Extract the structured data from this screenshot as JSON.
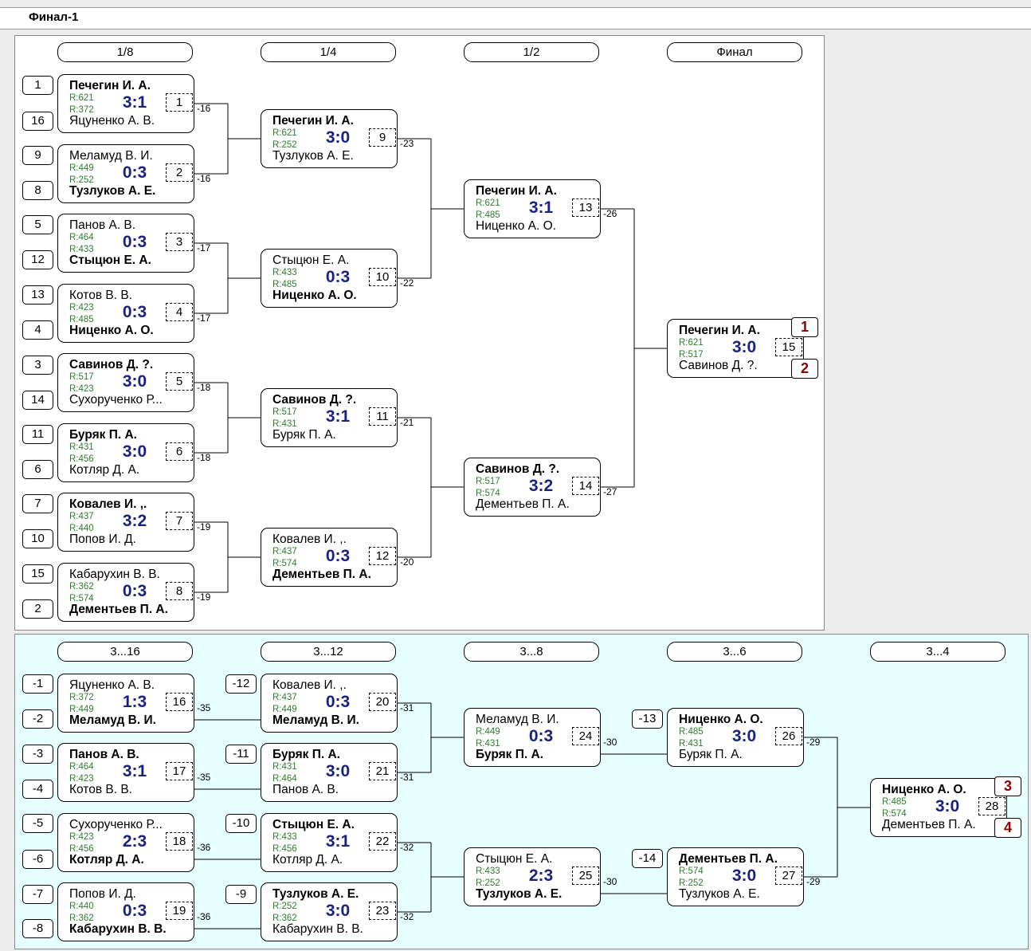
{
  "title": "Финал-1",
  "main_rounds": [
    "1/8",
    "1/4",
    "1/2",
    "Финал"
  ],
  "consol_rounds": [
    "3...16",
    "3...12",
    "3...8",
    "3...6",
    "3...4"
  ],
  "main_seeds": [
    "1",
    "16",
    "9",
    "8",
    "5",
    "12",
    "13",
    "4",
    "3",
    "14",
    "11",
    "6",
    "7",
    "10",
    "15",
    "2"
  ],
  "consol_seeds": [
    "-1",
    "-2",
    "-3",
    "-4",
    "-5",
    "-6",
    "-7",
    "-8"
  ],
  "consol_seeds_r2": [
    "-12",
    "-11",
    "-10",
    "-9"
  ],
  "consol_seeds_r4": [
    "-13",
    "-14"
  ],
  "matches": {
    "m1": {
      "p1": "Печегин И. А.",
      "p2": "Яцуненко А. В.",
      "r1": "R:621",
      "r2": "R:372",
      "score": "3:1",
      "num": "1",
      "loser": "-16",
      "winner": 1
    },
    "m2": {
      "p1": "Меламуд В. И.",
      "p2": "Тузлуков А. Е.",
      "r1": "R:449",
      "r2": "R:252",
      "score": "0:3",
      "num": "2",
      "loser": "-16",
      "winner": 2
    },
    "m3": {
      "p1": "Панов А. В.",
      "p2": "Стыцюн Е. А.",
      "r1": "R:464",
      "r2": "R:433",
      "score": "0:3",
      "num": "3",
      "loser": "-17",
      "winner": 2
    },
    "m4": {
      "p1": "Котов В. В.",
      "p2": "Ниценко А. О.",
      "r1": "R:423",
      "r2": "R:485",
      "score": "0:3",
      "num": "4",
      "loser": "-17",
      "winner": 2
    },
    "m5": {
      "p1": "Савинов Д. ?.",
      "p2": "Сухорученко Р...",
      "r1": "R:517",
      "r2": "R:423",
      "score": "3:0",
      "num": "5",
      "loser": "-18",
      "winner": 1
    },
    "m6": {
      "p1": "Буряк П. А.",
      "p2": "Котляр Д. А.",
      "r1": "R:431",
      "r2": "R:456",
      "score": "3:0",
      "num": "6",
      "loser": "-18",
      "winner": 1
    },
    "m7": {
      "p1": "Ковалев И. ,.",
      "p2": "Попов И. Д.",
      "r1": "R:437",
      "r2": "R:440",
      "score": "3:2",
      "num": "7",
      "loser": "-19",
      "winner": 1
    },
    "m8": {
      "p1": "Кабарухин В. В.",
      "p2": "Дементьев П. А.",
      "r1": "R:362",
      "r2": "R:574",
      "score": "0:3",
      "num": "8",
      "loser": "-19",
      "winner": 2
    },
    "m9": {
      "p1": "Печегин И. А.",
      "p2": "Тузлуков А. Е.",
      "r1": "R:621",
      "r2": "R:252",
      "score": "3:0",
      "num": "9",
      "loser": "-23",
      "winner": 1
    },
    "m10": {
      "p1": "Стыцюн Е. А.",
      "p2": "Ниценко А. О.",
      "r1": "R:433",
      "r2": "R:485",
      "score": "0:3",
      "num": "10",
      "loser": "-22",
      "winner": 2
    },
    "m11": {
      "p1": "Савинов Д. ?.",
      "p2": "Буряк П. А.",
      "r1": "R:517",
      "r2": "R:431",
      "score": "3:1",
      "num": "11",
      "loser": "-21",
      "winner": 1
    },
    "m12": {
      "p1": "Ковалев И. ,.",
      "p2": "Дементьев П. А.",
      "r1": "R:437",
      "r2": "R:574",
      "score": "0:3",
      "num": "12",
      "loser": "-20",
      "winner": 2
    },
    "m13": {
      "p1": "Печегин И. А.",
      "p2": "Ниценко А. О.",
      "r1": "R:621",
      "r2": "R:485",
      "score": "3:1",
      "num": "13",
      "loser": "-26",
      "winner": 1
    },
    "m14": {
      "p1": "Савинов Д. ?.",
      "p2": "Дементьев П. А.",
      "r1": "R:517",
      "r2": "R:574",
      "score": "3:2",
      "num": "14",
      "loser": "-27",
      "winner": 1
    },
    "m15": {
      "p1": "Печегин И. А.",
      "p2": "Савинов Д. ?.",
      "r1": "R:621",
      "r2": "R:517",
      "score": "3:0",
      "num": "15",
      "loser": "",
      "winner": 1
    },
    "m16": {
      "p1": "Яцуненко А. В.",
      "p2": "Меламуд В. И.",
      "r1": "R:372",
      "r2": "R:449",
      "score": "1:3",
      "num": "16",
      "loser": "-35",
      "winner": 2
    },
    "m17": {
      "p1": "Панов А. В.",
      "p2": "Котов В. В.",
      "r1": "R:464",
      "r2": "R:423",
      "score": "3:1",
      "num": "17",
      "loser": "-35",
      "winner": 1
    },
    "m18": {
      "p1": "Сухорученко Р...",
      "p2": "Котляр Д. А.",
      "r1": "R:423",
      "r2": "R:456",
      "score": "2:3",
      "num": "18",
      "loser": "-36",
      "winner": 2
    },
    "m19": {
      "p1": "Попов И. Д.",
      "p2": "Кабарухин В. В.",
      "r1": "R:440",
      "r2": "R:362",
      "score": "0:3",
      "num": "19",
      "loser": "-36",
      "winner": 2
    },
    "m20": {
      "p1": "Ковалев И. ,.",
      "p2": "Меламуд В. И.",
      "r1": "R:437",
      "r2": "R:449",
      "score": "0:3",
      "num": "20",
      "loser": "-31",
      "winner": 2
    },
    "m21": {
      "p1": "Буряк П. А.",
      "p2": "Панов А. В.",
      "r1": "R:431",
      "r2": "R:464",
      "score": "3:0",
      "num": "21",
      "loser": "-31",
      "winner": 1
    },
    "m22": {
      "p1": "Стыцюн Е. А.",
      "p2": "Котляр Д. А.",
      "r1": "R:433",
      "r2": "R:456",
      "score": "3:1",
      "num": "22",
      "loser": "-32",
      "winner": 1
    },
    "m23": {
      "p1": "Тузлуков А. Е.",
      "p2": "Кабарухин В. В.",
      "r1": "R:252",
      "r2": "R:362",
      "score": "3:0",
      "num": "23",
      "loser": "-32",
      "winner": 1
    },
    "m24": {
      "p1": "Меламуд В. И.",
      "p2": "Буряк П. А.",
      "r1": "R:449",
      "r2": "R:431",
      "score": "0:3",
      "num": "24",
      "loser": "-30",
      "winner": 2
    },
    "m25": {
      "p1": "Стыцюн Е. А.",
      "p2": "Тузлуков А. Е.",
      "r1": "R:433",
      "r2": "R:252",
      "score": "2:3",
      "num": "25",
      "loser": "-30",
      "winner": 2
    },
    "m26": {
      "p1": "Ниценко А. О.",
      "p2": "Буряк П. А.",
      "r1": "R:485",
      "r2": "R:431",
      "score": "3:0",
      "num": "26",
      "loser": "-29",
      "winner": 1
    },
    "m27": {
      "p1": "Дементьев П. А.",
      "p2": "Тузлуков А. Е.",
      "r1": "R:574",
      "r2": "R:252",
      "score": "3:0",
      "num": "27",
      "loser": "-29",
      "winner": 1
    },
    "m28": {
      "p1": "Ниценко А. О.",
      "p2": "Дементьев П. А.",
      "r1": "R:485",
      "r2": "R:574",
      "score": "3:0",
      "num": "28",
      "loser": "",
      "winner": 1
    }
  },
  "final_places": [
    "1",
    "2"
  ],
  "third_places": [
    "3",
    "4"
  ]
}
